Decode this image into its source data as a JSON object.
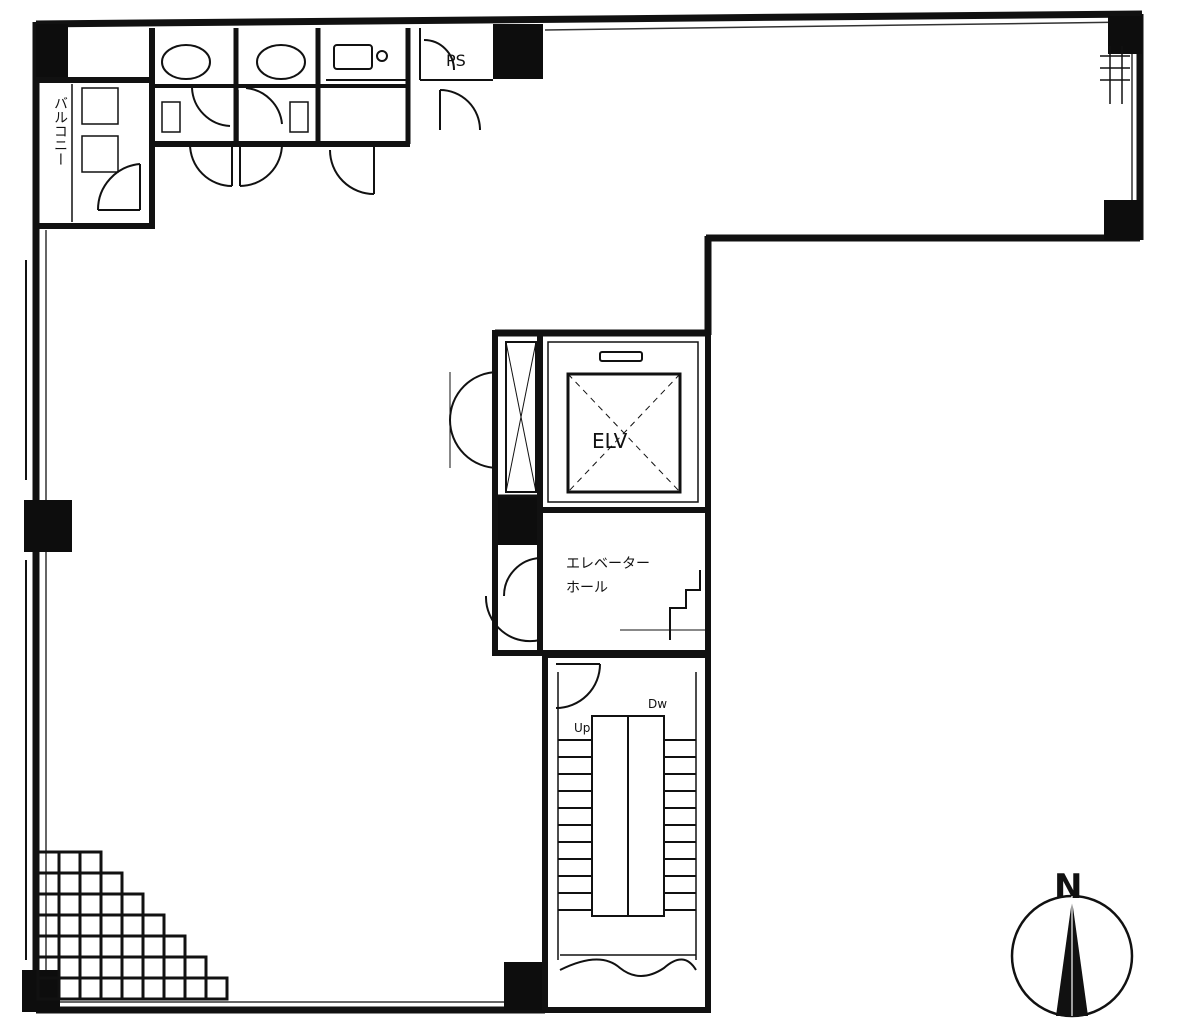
{
  "colors": {
    "wall": "#111111",
    "thin_line": "#333333",
    "background": "#ffffff",
    "pillar": "#0d0d0d"
  },
  "labels": {
    "elevator": "ELV",
    "elevator_hall_line1": "エレベーター",
    "elevator_hall_line2": "ホール",
    "pipe_shaft": "PS",
    "balcony": "バルコニー",
    "stair_up": "Up",
    "stair_down": "Dw",
    "north": "N"
  },
  "icons": {
    "compass": "north-arrow-icon"
  }
}
